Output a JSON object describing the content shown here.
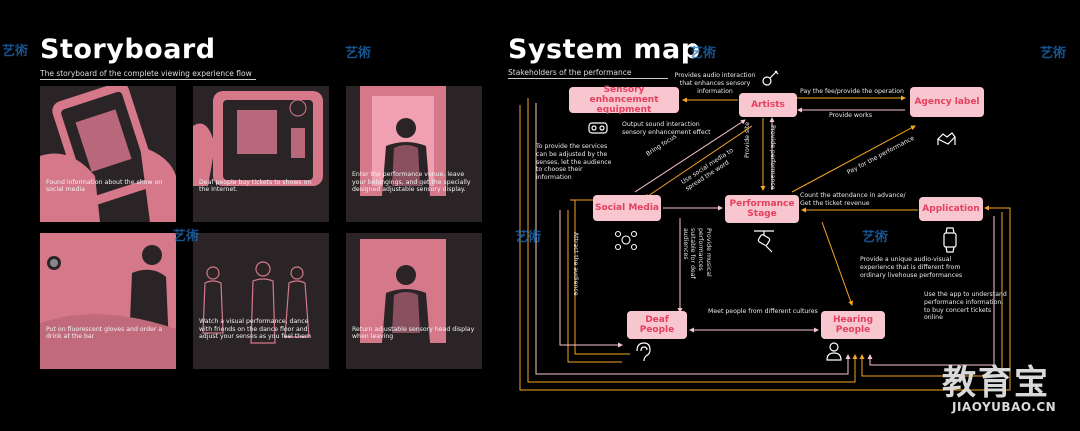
{
  "storyboard": {
    "title": "Storyboard",
    "subtitle": "The storyboard of the complete viewing experience flow",
    "panels": [
      {
        "caption": "Found information about the show on social media"
      },
      {
        "caption": "Deaf people buy tickets to shows on the Internet."
      },
      {
        "caption": "Enter the performance venue, leave your belongings, and get the specially designed adjustable sensory display."
      },
      {
        "caption": "Put on fluorescent gloves and order a drink at the bar"
      },
      {
        "caption": "Watch a visual performance, dance with friends on the dance floor and adjust your senses as you feel them"
      },
      {
        "caption": "Return adjustable sensory head display when leaving"
      }
    ]
  },
  "system_map": {
    "title": "System map",
    "subtitle": "Stakeholders of the performance",
    "nodes": {
      "sensory": "Sensory enhancement equipment",
      "artists": "Artists",
      "agency": "Agency label",
      "social": "Social Media",
      "stage": "Performance Stage",
      "application": "Application",
      "deaf": "Deaf People",
      "hearing": "Hearing People"
    },
    "labels": {
      "audio_interaction": "Provides audio interaction that enhances sensory information",
      "pay_fee": "Pay the fee/provide the operation",
      "provide_works": "Provide works",
      "output_sound": "Output sound interaction sensory enhancement effect",
      "services_adjust": "To provide the services can be adjusted by the senses, let the audience to choose their information",
      "bring_focus": "Bring focus",
      "use_social": "Use social media to spread the word",
      "provide_site": "Provide site",
      "provide_performance": "Provide performance",
      "pay_performance": "Pay for the performance",
      "count_attendance": "Count the attendance in advance/ Get the ticket revenue",
      "attract": "Attract the audience",
      "musical": "Provide musical performances suitable for deaf audiences",
      "unique_audio": "Provide a unique audio-visual experience that is different from ordinary livehouse performances",
      "use_app": "Use the app to understand performance information, to buy concert tickets online",
      "meet_cultures": "Meet people from different cultures"
    }
  },
  "watermark": {
    "cn": "教育宝",
    "en": "JIAOYUBAO.CN",
    "tag": "艺術"
  },
  "colors": {
    "accent": "#e4405f",
    "node_fill": "#f7c6cf",
    "line_orange": "#f5a623",
    "line_pink": "#f7c6cf",
    "panel_pink": "#d4788a"
  }
}
